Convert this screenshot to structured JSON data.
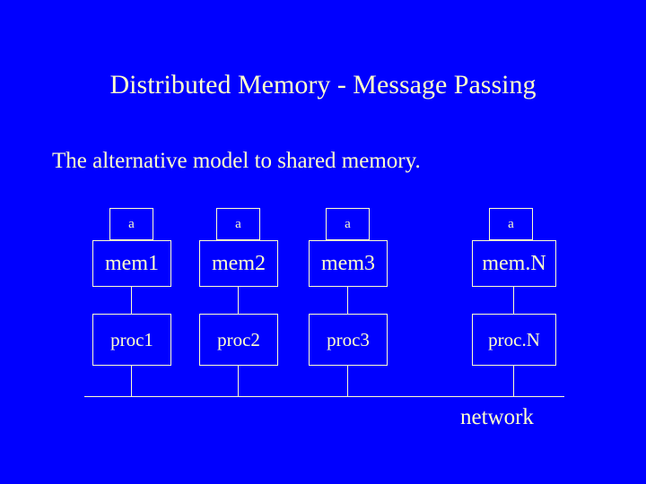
{
  "slide": {
    "title": "Distributed Memory - Message Passing",
    "subtitle": "The alternative model to shared memory.",
    "network_label": "network",
    "colors": {
      "background": "#0000FF",
      "foreground": "#FFFFCC"
    },
    "nodes": [
      {
        "cache_label": "a",
        "mem_label": "mem1",
        "proc_label": "proc1"
      },
      {
        "cache_label": "a",
        "mem_label": "mem2",
        "proc_label": "proc2"
      },
      {
        "cache_label": "a",
        "mem_label": "mem3",
        "proc_label": "proc3"
      },
      {
        "cache_label": "a",
        "mem_label": "mem.N",
        "proc_label": "proc.N"
      }
    ]
  }
}
